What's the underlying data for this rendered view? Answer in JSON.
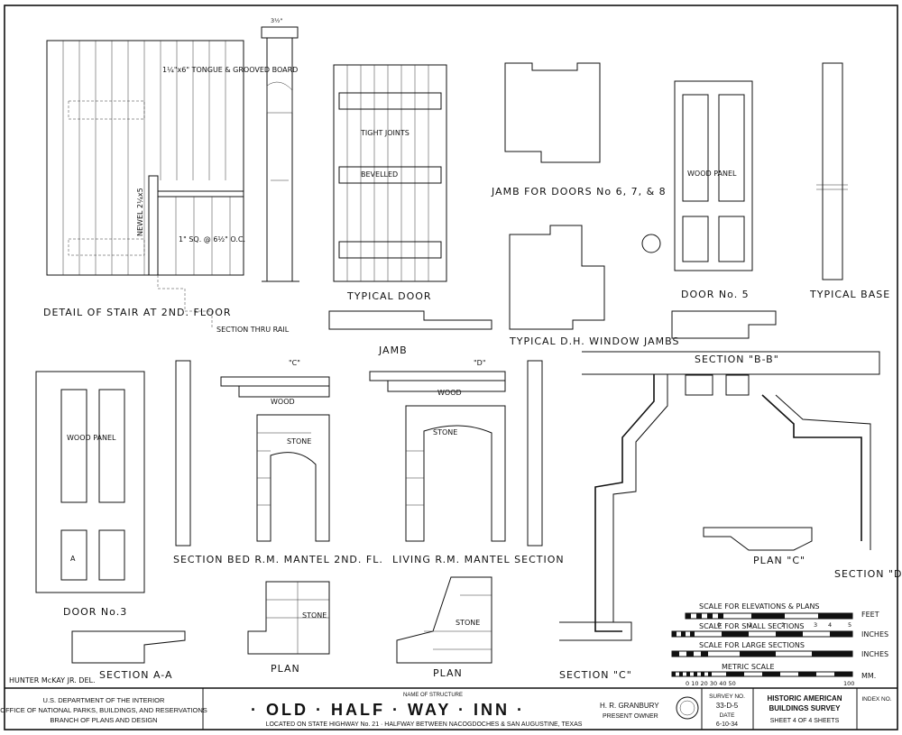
{
  "drawings": {
    "stair": {
      "title": "DETAIL OF STAIR AT 2ND. FLOOR",
      "note1": "1¼\"x6\" TONGUE & GROOVED BOARD",
      "note2": "NEWEL 2¼x5",
      "note3": "1\" SQ. @ 6½\" O.C.",
      "section_label": "SECTION THRU RAIL",
      "dim_top": "3½\""
    },
    "typical_door": {
      "title": "TYPICAL DOOR",
      "note1": "TIGHT JOINTS",
      "note2": "BEVELLED"
    },
    "jamb": {
      "title": "JAMB"
    },
    "jamb_doors": {
      "title": "JAMB FOR DOORS No 6, 7, & 8"
    },
    "window_jamb": {
      "title": "TYPICAL D.H. WINDOW JAMBS"
    },
    "door5": {
      "title": "DOOR No. 5",
      "note": "WOOD PANEL"
    },
    "typical_base": {
      "title": "TYPICAL BASE"
    },
    "section_bb": {
      "title": "SECTION \"B-B\""
    },
    "door3": {
      "title": "DOOR No.3",
      "note": "WOOD PANEL",
      "marker": "A"
    },
    "section_aa": {
      "title": "SECTION A-A"
    },
    "mantel_bed": {
      "title": "SECTION  BED R.M. MANTEL 2ND. FL.",
      "wood": "WOOD",
      "stone": "STONE",
      "marker": "\"C\""
    },
    "mantel_living": {
      "title": "LIVING R.M. MANTEL  SECTION",
      "wood": "WOOD",
      "stone": "STONE",
      "marker": "\"D\""
    },
    "plan_left": {
      "title": "PLAN",
      "stone": "STONE"
    },
    "plan_right": {
      "title": "PLAN",
      "stone": "STONE"
    },
    "section_c": {
      "title": "SECTION \"C\""
    },
    "section_d": {
      "title": "SECTION \"D\""
    },
    "plan_c": {
      "title": "PLAN \"C\""
    },
    "scales": {
      "s1": "SCALE FOR ELEVATIONS & PLANS",
      "u1": "FEET",
      "s2": "SCALE FOR SMALL SECTIONS",
      "u2": "INCHES",
      "s3": "SCALE FOR LARGE SECTIONS",
      "u3": "INCHES",
      "s4": "METRIC SCALE",
      "u4": "MM.",
      "n1a": "0",
      "n1b": "1",
      "n1c": "2",
      "n1d": "3",
      "n1e": "4",
      "n1f": "5",
      "m_ticks": "0  10  20  30  40  50",
      "m_end": "100"
    },
    "delineator": "HUNTER McKAY JR. DEL."
  },
  "title_block": {
    "dept1": "U.S. DEPARTMENT OF THE INTERIOR",
    "dept2": "OFFICE OF NATIONAL PARKS, BUILDINGS, AND RESERVATIONS",
    "dept3": "BRANCH OF PLANS AND DESIGN",
    "name_label": "NAME OF STRUCTURE",
    "structure": "· OLD · HALF · WAY · INN ·",
    "location": "LOCATED ON STATE HIGHWAY No. 21 · HALFWAY BETWEEN NACOGDOCHES & SAN AUGUSTINE, TEXAS",
    "owner1": "H. R. GRANBURY",
    "owner2": "PRESENT OWNER",
    "survey_label": "SURVEY NO.",
    "survey_no": "33-D-5",
    "date_label": "DATE",
    "date": "6-10-34",
    "habs1": "HISTORIC AMERICAN",
    "habs2": "BUILDINGS SURVEY",
    "sheet_text": "SHEET  4  OF  4  SHEETS",
    "index_label": "INDEX NO."
  }
}
